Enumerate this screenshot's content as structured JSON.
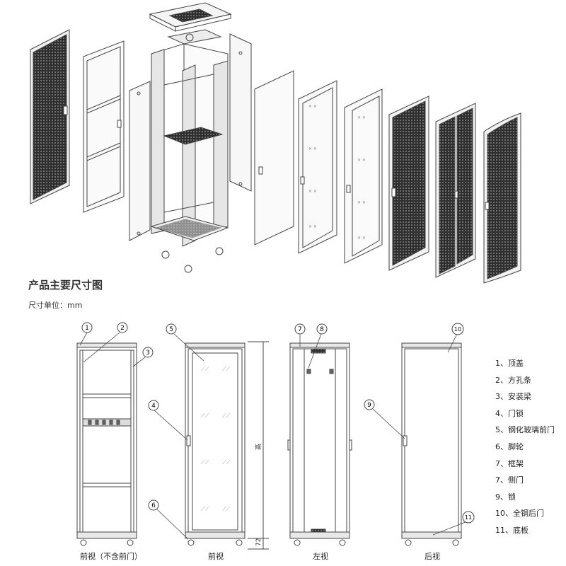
{
  "heading": "产品主要尺寸图",
  "unit_label": "尺寸单位：mm",
  "legend": [
    "1、顶盖",
    "2、方孔条",
    "3、安装梁",
    "4、门锁",
    "5、钢化玻璃前门",
    "6、脚轮",
    "7、框架",
    "7、侧门",
    "9、锁",
    "10、全钢后门",
    "11、底板"
  ],
  "callouts": [
    "1",
    "2",
    "3",
    "4",
    "5",
    "6",
    "7",
    "8",
    "9",
    "10",
    "11"
  ],
  "captions": {
    "front_no_door": "前视（不含前门）",
    "front": "前视",
    "left": "左视",
    "rear": "后视"
  },
  "dimensions": {
    "height_label": "高",
    "base_label": "72"
  },
  "colors": {
    "line": "#444444",
    "mesh": "#2a2a2a",
    "frame_fill": "#e8e8e8"
  }
}
